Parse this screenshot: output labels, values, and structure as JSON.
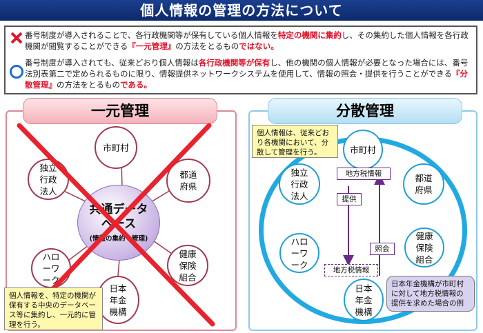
{
  "title": "個人情報の管理の方法について",
  "notes": {
    "negative": {
      "pre": "番号制度が導入されることで、各行政機関等が保有している個人情報を",
      "red1": "特定の機関に集約",
      "mid": "し、その集約した個人情報を各行政機関が閲覧することができる",
      "red2": "『一元管理』",
      "post": "の方法をとるもの",
      "red3": "ではない。"
    },
    "positive": {
      "pre": "番号制度が導入されても、従来どおり個人情報は",
      "red1": "各行政機関等が保有",
      "mid": "し、他の機関の個人情報が必要となった場合には、番号法別表第二で定められるものに限り、情報提供ネットワークシステムを使用して、情報の照会・提供を行うことができる",
      "red2": "『分散管理』",
      "post": "の方法をとるもの",
      "red3": "である。"
    }
  },
  "left_panel": {
    "title": "一元管理",
    "center_title": "共通データベース",
    "center_sub": "(情報の集約・管理)",
    "nodes": {
      "city": "市町村",
      "prefecture": "都道府県",
      "independent": "独立行政法人",
      "hellowork": "ハローワーク",
      "health": "健康保険組合",
      "pension": "日本年金機構"
    },
    "callout": "個人情報を、特定の機関が保有する中央のデータベース等に集約し、一元的に管理を行う。"
  },
  "right_panel": {
    "title": "分散管理",
    "nodes": {
      "city": "市町村",
      "prefecture": "都道府県",
      "independent": "独立行政法人",
      "hellowork": "ハローワーク",
      "health": "健康保険組合",
      "pension": "日本年金機構"
    },
    "callout_top": "個人情報は、従来どおり各機関において、分散して管理を行う。",
    "tag_tax": "地方税情報",
    "tag_tax_copy": "地方税情報",
    "label_provide": "提供",
    "label_inquiry": "照会",
    "callout_bottom": "日本年金機構が市町村に対して地方税情報の提供を求めた場合の例"
  },
  "colors": {
    "header": "#0d2a6b",
    "red": "#e0142b",
    "left_border": "#d98a94",
    "right_border": "#8fc9e8",
    "left_node": "#a23a4e",
    "right_ring": "#1f9fd6",
    "flow": "#6a2a8a"
  }
}
